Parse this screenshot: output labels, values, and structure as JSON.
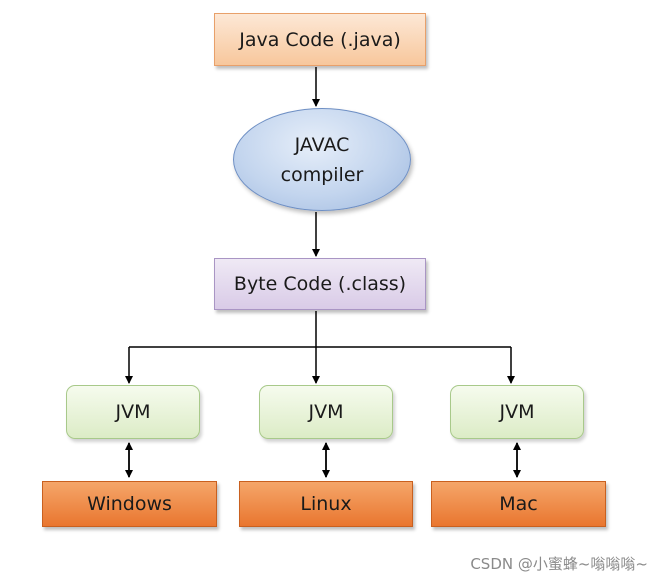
{
  "nodes": {
    "source": "Java Code (.java)",
    "compiler_line1": "JAVAC",
    "compiler_line2": "compiler",
    "bytecode": "Byte Code (.class)",
    "jvm": [
      "JVM",
      "JVM",
      "JVM"
    ],
    "platforms": [
      "Windows",
      "Linux",
      "Mac"
    ]
  },
  "watermark": "CSDN @小蜜蜂~嗡嗡嗡~",
  "colors": {
    "source_fill": "#f7c79c",
    "compiler_fill": "#c3d5ee",
    "bytecode_fill": "#d9cbe7",
    "jvm_fill": "#dcecc6",
    "platform_fill": "#e9762f",
    "connector": "#000000"
  }
}
